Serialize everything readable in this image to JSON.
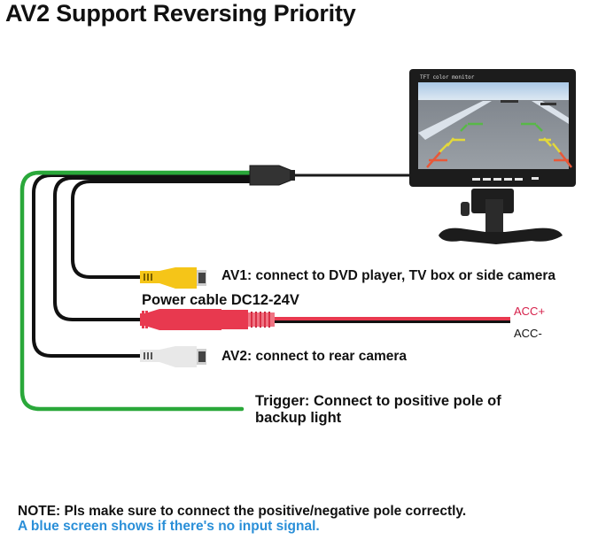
{
  "title": "AV2 Support Reversing Priority",
  "monitor": {
    "caption": "TFT color monitor",
    "icon": "car-monitor-icon"
  },
  "connectors": [
    {
      "id": "av1",
      "color": "#f5c518",
      "label": "AV1: connect to DVD player, TV box or side camera",
      "icon": "rca-yellow-plug-icon"
    },
    {
      "id": "power",
      "color": "#e8394f",
      "label": "Power cable DC12-24V",
      "icon": "dc-power-plug-icon"
    },
    {
      "id": "av2",
      "color": "#e8e8e8",
      "label": "AV2: connect to rear camera",
      "icon": "rca-white-plug-icon"
    },
    {
      "id": "trigger",
      "color": "#2aa83a",
      "label": "Trigger: Connect to positive pole of backup light",
      "icon": "green-trigger-wire-icon"
    }
  ],
  "power_leads": {
    "positive": "ACC+",
    "negative": "ACC-",
    "positive_color": "#d6204a",
    "negative_color": "#111111"
  },
  "notes": {
    "line1": "NOTE: Pls make sure to connect the positive/negative pole correctly.",
    "line2": "A blue screen shows if there's no input signal.",
    "line2_color": "#2a8fd8"
  }
}
